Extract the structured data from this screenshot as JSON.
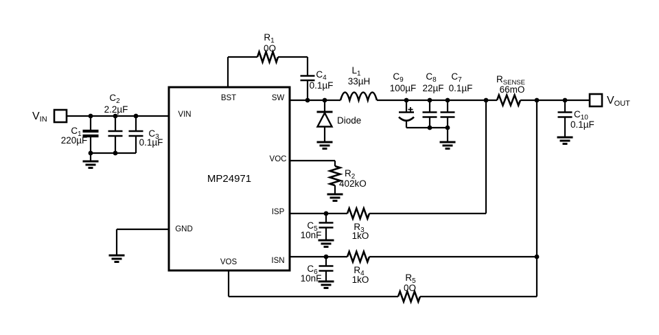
{
  "colors": {
    "stroke": "#000000",
    "background": "#ffffff"
  },
  "ic": {
    "part": "MP24971",
    "pins": {
      "bst": "BST",
      "sw": "SW",
      "vin": "VIN",
      "voc": "VOC",
      "isp": "ISP",
      "gnd": "GND",
      "vos": "VOS",
      "isn": "ISN"
    }
  },
  "terminals": {
    "input": {
      "ref": "V",
      "sub": "IN"
    },
    "output": {
      "ref": "V",
      "sub": "OUT"
    }
  },
  "components": {
    "c1": {
      "ref": "C",
      "sub": "1",
      "value": "220µF"
    },
    "c2": {
      "ref": "C",
      "sub": "2",
      "value": "2.2µF"
    },
    "c3": {
      "ref": "C",
      "sub": "3",
      "value": "0.1µF"
    },
    "c4": {
      "ref": "C",
      "sub": "4",
      "value": "0.1µF"
    },
    "c5": {
      "ref": "C",
      "sub": "5",
      "value": "10nF"
    },
    "c6": {
      "ref": "C",
      "sub": "6",
      "value": "10nF"
    },
    "c7": {
      "ref": "C",
      "sub": "7",
      "value": "0.1µF"
    },
    "c8": {
      "ref": "C",
      "sub": "8",
      "value": "22µF"
    },
    "c9": {
      "ref": "C",
      "sub": "9",
      "value": "100µF"
    },
    "c10": {
      "ref": "C",
      "sub": "10",
      "value": "0.1µF"
    },
    "r1": {
      "ref": "R",
      "sub": "1",
      "value": "0O"
    },
    "r2": {
      "ref": "R",
      "sub": "2",
      "value": "402kO"
    },
    "r3": {
      "ref": "R",
      "sub": "3",
      "value": "1kO"
    },
    "r4": {
      "ref": "R",
      "sub": "4",
      "value": "1kO"
    },
    "r5": {
      "ref": "R",
      "sub": "5",
      "value": "0O"
    },
    "rsense": {
      "ref": "R",
      "sub": "SENSE",
      "value": "66mO"
    },
    "l1": {
      "ref": "L",
      "sub": "1",
      "value": "33µH"
    },
    "diode": {
      "label": "Diode"
    }
  }
}
